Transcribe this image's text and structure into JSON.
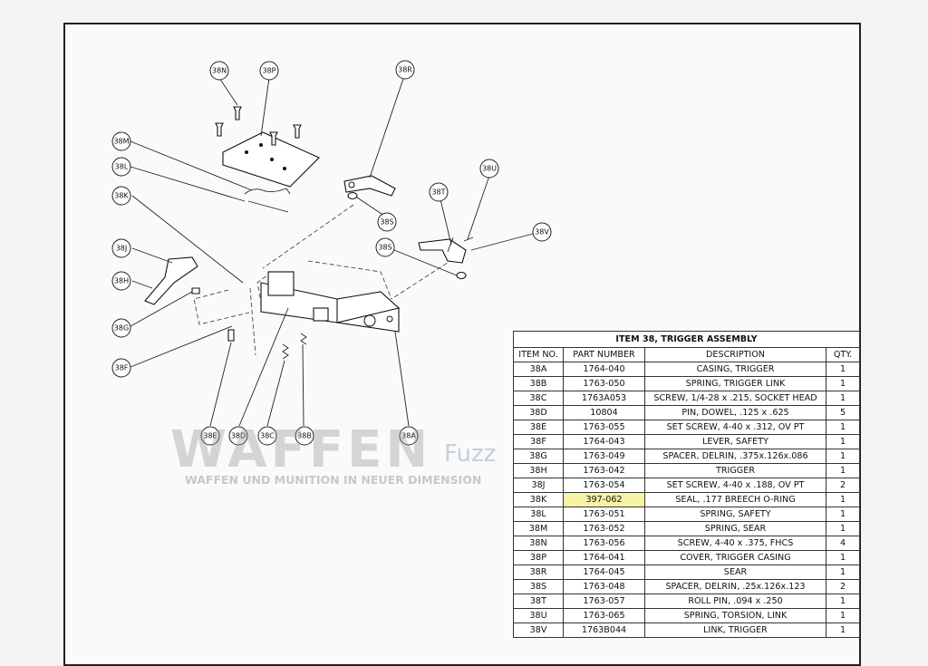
{
  "table": {
    "title": "ITEM 38, TRIGGER ASSEMBLY",
    "headers": [
      "ITEM NO.",
      "PART NUMBER",
      "DESCRIPTION",
      "QTY."
    ],
    "rows": [
      [
        "38A",
        "1764-040",
        "CASING, TRIGGER",
        "1"
      ],
      [
        "38B",
        "1763-050",
        "SPRING, TRIGGER LINK",
        "1"
      ],
      [
        "38C",
        "1763A053",
        "SCREW, 1/4-28 x .215, SOCKET HEAD",
        "1"
      ],
      [
        "38D",
        "10804",
        "PIN, DOWEL, .125 x .625",
        "5"
      ],
      [
        "38E",
        "1763-055",
        "SET SCREW, 4-40 x .312, OV PT",
        "1"
      ],
      [
        "38F",
        "1764-043",
        "LEVER, SAFETY",
        "1"
      ],
      [
        "38G",
        "1763-049",
        "SPACER, DELRIN, .375x.126x.086",
        "1"
      ],
      [
        "38H",
        "1763-042",
        "TRIGGER",
        "1"
      ],
      [
        "38J",
        "1763-054",
        "SET SCREW, 4-40 x .188, OV PT",
        "2"
      ],
      [
        "38K",
        "397-062",
        "SEAL, .177 BREECH O-RING",
        "1"
      ],
      [
        "38L",
        "1763-051",
        "SPRING, SAFETY",
        "1"
      ],
      [
        "38M",
        "1763-052",
        "SPRING, SEAR",
        "1"
      ],
      [
        "38N",
        "1763-056",
        "SCREW, 4-40 x .375, FHCS",
        "4"
      ],
      [
        "38P",
        "1764-041",
        "COVER, TRIGGER CASING",
        "1"
      ],
      [
        "38R",
        "1764-045",
        "SEAR",
        "1"
      ],
      [
        "38S",
        "1763-048",
        "SPACER, DELRIN, .25x.126x.123",
        "2"
      ],
      [
        "38T",
        "1763-057",
        "ROLL PIN, .094 x .250",
        "1"
      ],
      [
        "38U",
        "1763-065",
        "SPRING, TORSION, LINK",
        "1"
      ],
      [
        "38V",
        "1763B044",
        "LINK, TRIGGER",
        "1"
      ]
    ],
    "highlighted_row": "38K",
    "highlight_color": "#f6f3a6"
  },
  "callouts": [
    "38N",
    "38P",
    "38R",
    "38M",
    "38L",
    "38K",
    "38J",
    "38H",
    "38G",
    "38F",
    "38U",
    "38T",
    "38V",
    "38S",
    "38S",
    "38E",
    "38D",
    "38C",
    "38B",
    "38A"
  ],
  "watermark": {
    "main": "WAFFEN",
    "accent": "Fuzz",
    "subtitle": "WAFFEN UND MUNITION IN NEUER DIMENSION"
  }
}
